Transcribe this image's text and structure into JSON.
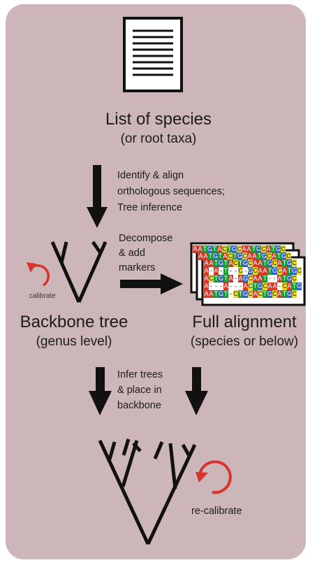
{
  "colors": {
    "panel": "#cdb6b9",
    "arrow": "#111111",
    "calibrate_red": "#d6342c",
    "nuc_A": "#d33a2a",
    "nuc_T": "#1f9a3a",
    "nuc_G": "#2a5fd0",
    "nuc_C": "#e6dd2a",
    "gap": "#ffffff"
  },
  "icons": {
    "species_list": "document-icon",
    "calibrate": "circular-arrow-icon",
    "recalibrate": "circular-arrow-icon"
  },
  "step1": {
    "title": "List of species",
    "subtitle": "(or root taxa)"
  },
  "step2": {
    "lines": [
      "Identify & align",
      "orthologous sequences;",
      "Tree inference"
    ]
  },
  "backbone": {
    "title": "Backbone tree",
    "subtitle": "(genus level)",
    "calibrate_label": "calibrate"
  },
  "decompose": {
    "lines": [
      "Decompose",
      "& add",
      "markers"
    ]
  },
  "alignment": {
    "title": "Full alignment",
    "subtitle": "(species or below)",
    "rows": [
      "AATGTACTGCAATGCATGC",
      "AATGTACTGCAATGCATGC",
      "AATGTACTGCAATGCATGC",
      "A-A-T--C-GCAATGCATGC",
      "ACTGTA-AGCAAT--ATGC",
      "A---A---ACTGCAA-CATG-",
      "AATGT-CTGCACTGCATGC"
    ]
  },
  "infer": {
    "lines": [
      "Infer trees",
      "& place in",
      "backbone"
    ]
  },
  "final": {
    "recalibrate_label": "re-calibrate"
  }
}
